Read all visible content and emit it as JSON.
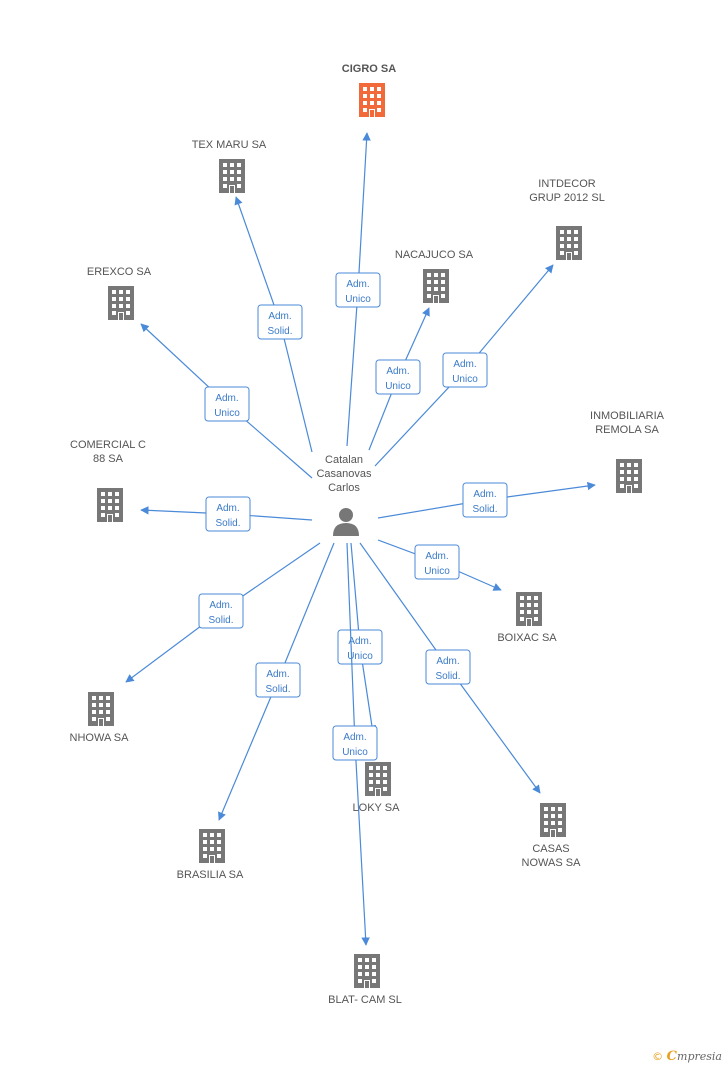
{
  "colors": {
    "edge": "#4a8ad8",
    "company": "#777777",
    "highlight": "#f26a3a",
    "person": "#777777"
  },
  "center": {
    "name_lines": [
      "Catalan",
      "Casanovas",
      "Carlos"
    ],
    "icon": "person-icon"
  },
  "nodes": [
    {
      "id": "cigro",
      "lines": [
        "CIGRO SA"
      ],
      "highlight": true
    },
    {
      "id": "texmaru",
      "lines": [
        "TEX MARU SA"
      ]
    },
    {
      "id": "intdecor",
      "lines": [
        "INTDECOR",
        "GRUP 2012 SL"
      ]
    },
    {
      "id": "nacajuco",
      "lines": [
        "NACAJUCO SA"
      ]
    },
    {
      "id": "erexco",
      "lines": [
        "EREXCO SA"
      ]
    },
    {
      "id": "inmobiliaria",
      "lines": [
        "INMOBILIARIA",
        "REMOLA SA"
      ]
    },
    {
      "id": "comercial",
      "lines": [
        "COMERCIAL C",
        "88 SA"
      ]
    },
    {
      "id": "boixac",
      "lines": [
        "BOIXAC SA"
      ]
    },
    {
      "id": "nhowa",
      "lines": [
        "NHOWA SA"
      ]
    },
    {
      "id": "loky",
      "lines": [
        "LOKY SA"
      ]
    },
    {
      "id": "casas",
      "lines": [
        "CASAS",
        "NOWAS SA"
      ]
    },
    {
      "id": "brasilia",
      "lines": [
        "BRASILIA SA"
      ]
    },
    {
      "id": "blatcam",
      "lines": [
        "BLAT- CAM SL"
      ]
    }
  ],
  "edges": [
    {
      "to": "cigro",
      "lines": [
        "Adm.",
        "Unico"
      ]
    },
    {
      "to": "texmaru",
      "lines": [
        "Adm.",
        "Solid."
      ]
    },
    {
      "to": "intdecor",
      "lines": [
        "Adm.",
        "Unico"
      ]
    },
    {
      "to": "nacajuco",
      "lines": [
        "Adm.",
        "Unico"
      ]
    },
    {
      "to": "erexco",
      "lines": [
        "Adm.",
        "Unico"
      ]
    },
    {
      "to": "inmobiliaria",
      "lines": [
        "Adm.",
        "Solid."
      ]
    },
    {
      "to": "comercial",
      "lines": [
        "Adm.",
        "Solid."
      ]
    },
    {
      "to": "boixac",
      "lines": [
        "Adm.",
        "Unico"
      ]
    },
    {
      "to": "nhowa",
      "lines": [
        "Adm.",
        "Solid."
      ]
    },
    {
      "to": "loky",
      "lines": [
        "Adm.",
        "Unico"
      ]
    },
    {
      "to": "casas",
      "lines": [
        "Adm.",
        "Solid."
      ]
    },
    {
      "to": "brasilia",
      "lines": [
        "Adm.",
        "Solid."
      ]
    },
    {
      "to": "blatcam",
      "lines": [
        "Adm.",
        "Unico"
      ]
    }
  ],
  "footer": {
    "copyright": "©",
    "brand_initial": "C",
    "brand_rest": "mpresia"
  }
}
